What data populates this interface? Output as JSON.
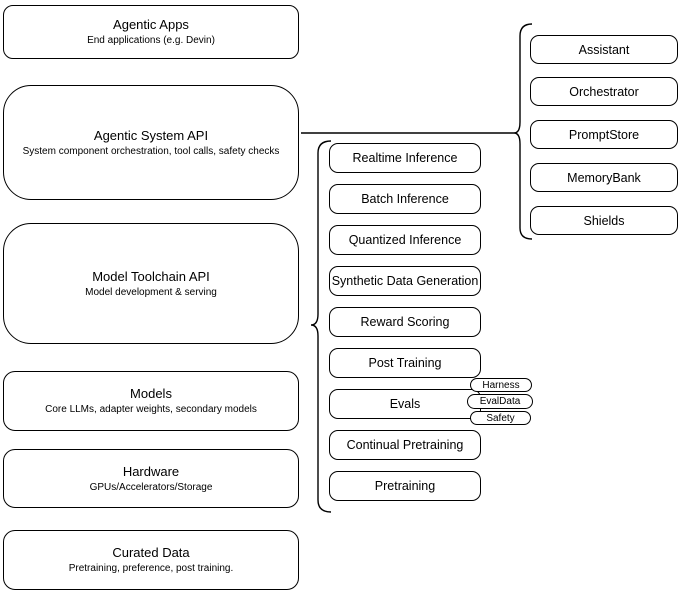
{
  "diagram": {
    "left_stack": [
      {
        "title": "Agentic Apps",
        "subtitle": "End applications (e.g. Devin)"
      },
      {
        "title": "Agentic System API",
        "subtitle": "System component orchestration, tool calls, safety checks"
      },
      {
        "title": "Model Toolchain API",
        "subtitle": "Model development & serving"
      },
      {
        "title": "Models",
        "subtitle": "Core LLMs, adapter weights, secondary models"
      },
      {
        "title": "Hardware",
        "subtitle": "GPUs/Accelerators/Storage"
      },
      {
        "title": "Curated Data",
        "subtitle": "Pretraining, preference, post training."
      }
    ],
    "toolchain_items": [
      {
        "label": "Realtime Inference"
      },
      {
        "label": "Batch Inference"
      },
      {
        "label": "Quantized Inference"
      },
      {
        "label": "Synthetic Data Generation"
      },
      {
        "label": "Reward Scoring"
      },
      {
        "label": "Post Training"
      },
      {
        "label": "Evals"
      },
      {
        "label": "Continual Pretraining"
      },
      {
        "label": "Pretraining"
      }
    ],
    "evals_tags": [
      {
        "label": "Harness"
      },
      {
        "label": "EvalData"
      },
      {
        "label": "Safety"
      }
    ],
    "system_components": [
      {
        "label": "Assistant"
      },
      {
        "label": "Orchestrator"
      },
      {
        "label": "PromptStore"
      },
      {
        "label": "MemoryBank"
      },
      {
        "label": "Shields"
      }
    ],
    "colors": {
      "stroke": "#000000",
      "fill": "#ffffff",
      "background": "#ffffff"
    }
  }
}
